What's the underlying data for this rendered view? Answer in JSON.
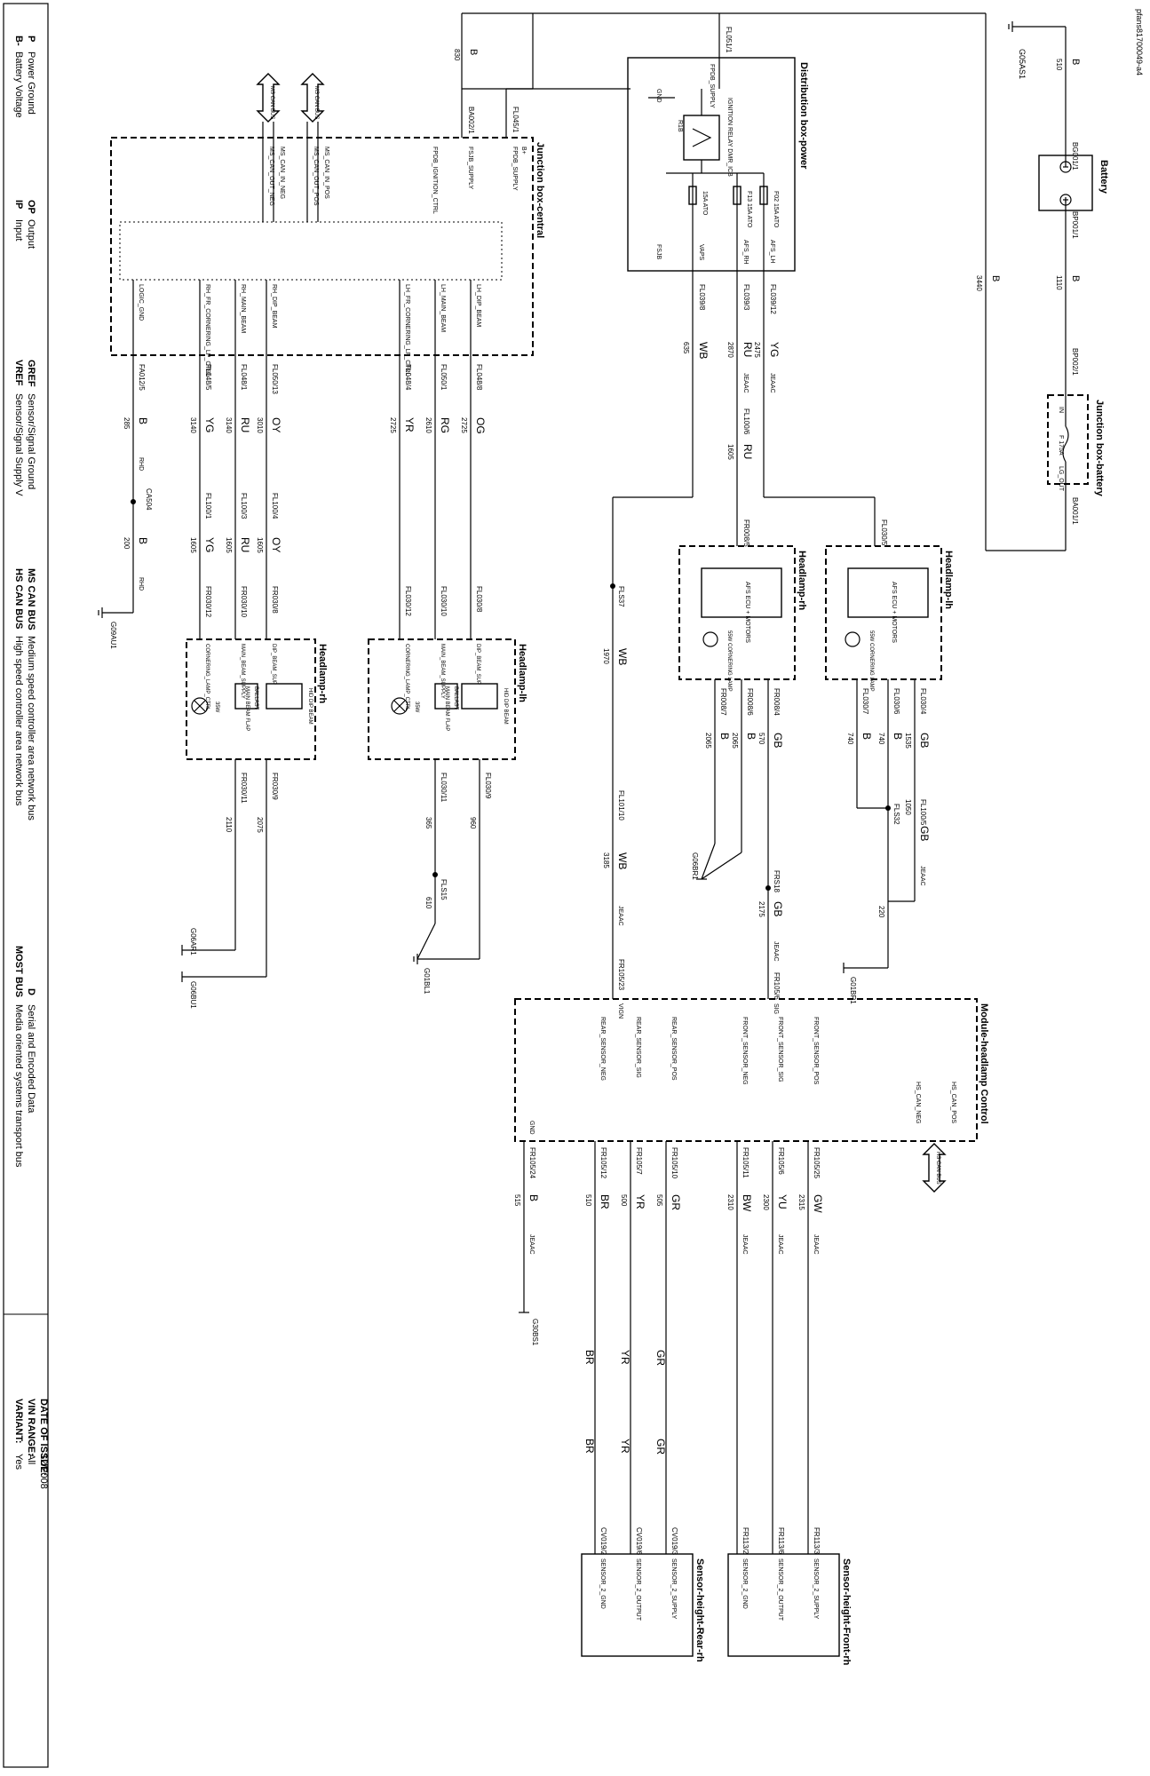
{
  "doc_id": "pfans81700049-a4",
  "components": {
    "battery": "Battery",
    "jb_battery": "Junction box-battery",
    "dist_box": "Distribution box-power",
    "jb_central": "Junction box-central",
    "hl_lh_afs": "Headlamp-lh",
    "hl_rh_afs": "Headlamp-rh",
    "hl_lh_hid": "Headlamp-lh",
    "hl_rh_hid": "Headlamp-rh",
    "module_hl": "Module-headlamp Control",
    "sensor_front": "Sensor-height-Front-rh",
    "sensor_rear": "Sensor-height-Rear-rh"
  },
  "battery_labels": {
    "g": "G05AS1",
    "w1": "510",
    "b1": "B",
    "bg": "BG001/1",
    "bp": "BP001/1",
    "w2": "1110",
    "b2": "B",
    "w3": "3440",
    "b3": "B"
  },
  "jbb_labels": {
    "bp2": "BP002/1",
    "ba": "BA001/1",
    "in": "IN",
    "fuse": "F 175A",
    "out": "LG_OUT"
  },
  "dist_labels": {
    "fpdb": "FPDB_SUPPLY",
    "gnd": "GND",
    "relay": "IGNITION RELAY DMR_ICB",
    "r1b": "R1B",
    "f02": "F02 15A ATO",
    "f13": "F13 15A ATO",
    "f10": "15A ATO",
    "fsjb": "FSJB",
    "vaps": "VAPS",
    "afsrh": "AFS_RH",
    "afslh": "AFS_LH",
    "fl051": "FL051/1",
    "w830": "830",
    "b830": "B"
  },
  "dist_out": [
    {
      "pin": "FL039/12",
      "circ": "2475",
      "color": "YG",
      "note": "JEAAC"
    },
    {
      "pin": "FL039/3",
      "circ": "2870",
      "color": "RU",
      "note": "JEAAC"
    },
    {
      "pin": "FL039/8",
      "circ": "635",
      "color": "WB",
      "note": ""
    }
  ],
  "jbc_labels": {
    "ba002": "BA002/1",
    "fl045": "FL045/1",
    "bplus": "B+",
    "fsjb": "FSJB_SUPPLY",
    "fpdb": "FPDB_SUPPLY",
    "fpdbign": "FPDB_IGNITION_CTRL",
    "msbus": "MS CAN BUS",
    "ms1": "MS_CAN_IN_POS",
    "ms2": "MS_CAN_OUT_POS",
    "ms3": "MS_CAN_IN_NEG",
    "ms4": "MS_CAN_OUT_NEG"
  },
  "jbc_out": [
    {
      "sig": "LH_DIP_BEAM",
      "pin": "FL048/8",
      "circ": "2725",
      "color": "OG"
    },
    {
      "sig": "LH_MAIN_BEAM",
      "pin": "FL050/1",
      "circ": "2610",
      "color": "RG"
    },
    {
      "sig": "LH_FR_CORNERING_LP_CTRL",
      "pin": "FL048/4",
      "circ": "2725",
      "color": "YR"
    },
    {
      "sig": "RH_DIP_BEAM",
      "pin": "FL050/13",
      "circ": "3010",
      "color": "OY"
    },
    {
      "sig": "RH_MAIN_BEAM",
      "pin": "FL048/1",
      "circ": "3140",
      "color": "RU"
    },
    {
      "sig": "RH_FR_CORNERING_LP_CTRL",
      "pin": "FL048/5",
      "circ": "3140",
      "color": "YG"
    },
    {
      "sig": "LOGIC_GND",
      "pin": "FA012/5",
      "circ": "285",
      "color": "B"
    }
  ],
  "rh_branch": [
    {
      "pin": "FL100/4",
      "circ": "1605",
      "color": "OY"
    },
    {
      "pin": "FL100/3",
      "circ": "1605",
      "color": "RU"
    },
    {
      "pin": "FL100/1",
      "circ": "1605",
      "color": "YG"
    }
  ],
  "gnd_labels": {
    "ca504": "CA504",
    "rhd": "RHD",
    "w200": "200",
    "g09au": "G09AU1",
    "g06ar": "G06AR1",
    "g06bu": "G06BU1",
    "g01bl": "G01BL1",
    "fls15": "FLS15",
    "w610": "610",
    "g06br": "G06BR1",
    "g01br": "G01BR1",
    "w220": "220",
    "g30bs": "G30BS1"
  },
  "hid_lh": {
    "pins_in": [
      "FL030/8",
      "FL030/10",
      "FL030/12"
    ],
    "pins_out": [
      "FL030/9",
      "FL030/11"
    ],
    "circs": [
      "960",
      "365"
    ],
    "sigs": [
      "DIP_BEAM_SUP",
      "MAIN_BEAM_SUPPLY",
      "CORNERING_LAMP_CTRL"
    ],
    "parts": [
      "HID DIP BEAM",
      "BALLAST",
      "MAIN BEAM FLAP",
      "35W"
    ]
  },
  "hid_rh": {
    "pins_in": [
      "FR030/8",
      "FR030/10",
      "FR030/12"
    ],
    "pins_out": [
      "FR030/9",
      "FR030/11"
    ],
    "circs": [
      "2075",
      "2110"
    ],
    "sigs": [
      "DIP_BEAM_SUP",
      "MAIN_BEAM_SUPPLY",
      "CORNERING_LAMP_CTRL"
    ],
    "parts": [
      "HID DIP BEAM",
      "BALLAST",
      "MAIN BEAM FLAP",
      "35W"
    ]
  },
  "afs": {
    "ecu": "AFS ECU + MOTORS",
    "lamp": "55W CORNERING LAMP",
    "lh_pin": "FL030/5",
    "rh_pin": "FR008/5",
    "lh_out": [
      "FL030/4",
      "FL030/6",
      "FL030/7"
    ],
    "lh_circ": [
      "1535",
      "740",
      "740"
    ],
    "lh_col": [
      "GB",
      "B",
      "B"
    ],
    "rh_out": [
      "FR008/4",
      "FR008/6",
      "FR008/7"
    ],
    "rh_circ": [
      "570",
      "2065",
      "2065"
    ],
    "rh_col": [
      "GB",
      "B",
      "B"
    ],
    "fl100_6": "FL100/6",
    "circ_1605": "1605"
  },
  "mid_wires": {
    "fls37": "FLS37",
    "w1970": "1970",
    "wb": "WB",
    "fl101": "FL101/10",
    "w3185": "3185",
    "frs18": "FRS18",
    "w2175": "2175",
    "gb": "GB",
    "fls32": "FLS32",
    "fl100_5": "FL100/5",
    "w1050": "1050",
    "jeaac": "JEAAC",
    "fr105_23": "FR105/23",
    "fr105_6": "FR105/6"
  },
  "module": {
    "sig": "SIG",
    "vign": "VIGN",
    "gnd": "GND",
    "hscan": "HS CAN BUS",
    "hsp": "HS_CAN_POS",
    "hsn": "HS_CAN_NEG",
    "inputs": [
      "FRONT_SENSOR_POS",
      "FRONT_SENSOR_SIG",
      "FRONT_SENSOR_NEG",
      "REAR_SENSOR_POS",
      "REAR_SENSOR_SIG",
      "REAR_SENSOR_NEG"
    ]
  },
  "sensor_wires": [
    {
      "pin": "FR105/25",
      "circ": "2315",
      "color": "GW",
      "end": "FR113/3"
    },
    {
      "pin": "FR105/6",
      "circ": "2300",
      "color": "YU",
      "end": "FR113/6"
    },
    {
      "pin": "FR105/11",
      "circ": "2310",
      "color": "BW",
      "end": "FR113/2"
    },
    {
      "pin": "FR105/10",
      "circ": "505",
      "color": "GR",
      "end": "CV019/3"
    },
    {
      "pin": "FR105/7",
      "circ": "500",
      "color": "YR",
      "end": "CV019/6"
    },
    {
      "pin": "FR105/12",
      "circ": "510",
      "color": "BR",
      "end": "CV019/2"
    }
  ],
  "module_gnd": {
    "pin": "FR105/24",
    "circ": "515",
    "color": "B"
  },
  "sensor_pins": [
    "SENSOR_2_SUPPLY",
    "SENSOR_2_OUTPUT",
    "SENSOR_2_GND"
  ],
  "legend": [
    {
      "key": "B-",
      "val": "Battery Voltage"
    },
    {
      "key": "P",
      "val": "Power Ground"
    },
    {
      "key": "IP",
      "val": "Input"
    },
    {
      "key": "OP",
      "val": "Output"
    },
    {
      "key": "VREF",
      "val": "Sensor/Signal Supply V"
    },
    {
      "key": "GREF",
      "val": "Sensor/Signal Ground"
    },
    {
      "key": "HS CAN BUS",
      "val": "High speed controller area network bus"
    },
    {
      "key": "MS CAN BUS",
      "val": "Medium speed controller area network bus"
    },
    {
      "key": "MOST BUS",
      "val": "Media oriented systems transport bus"
    },
    {
      "key": "D",
      "val": "Serial and Encoded Data"
    }
  ],
  "variant": {
    "variant_label": "VARIANT:",
    "variant_val": "Yes",
    "vin_label": "VIN RANGE:",
    "vin_val": "All",
    "date_label": "DATE OF ISSUE:",
    "date_val": "12/2008"
  }
}
